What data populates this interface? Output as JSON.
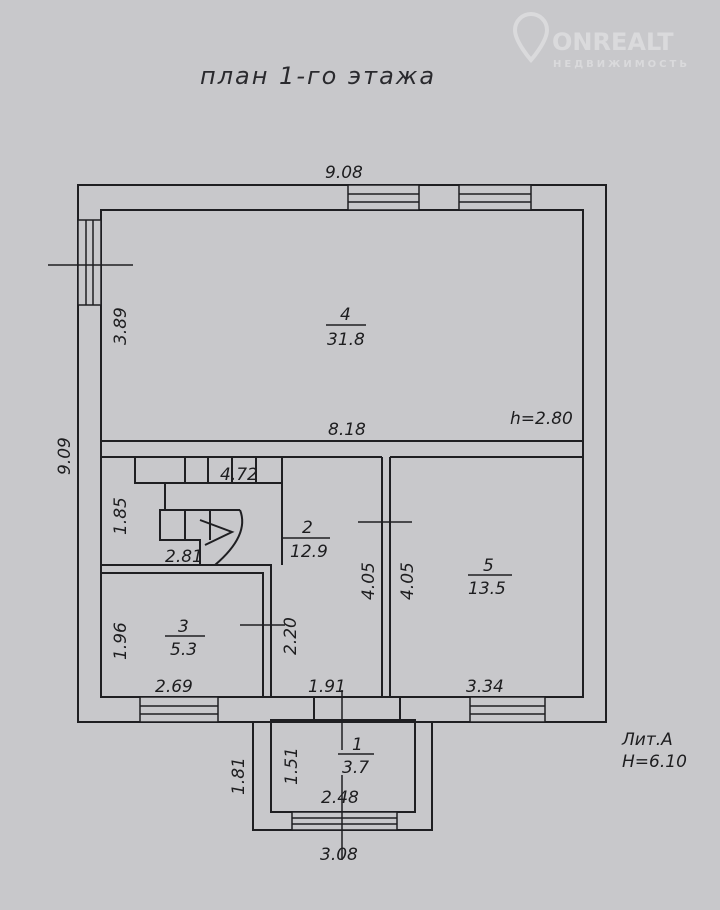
{
  "title": "план 1-го этажа",
  "watermark": {
    "brand": "ONREALT",
    "subtitle": "НЕДВИЖИМОСТЬ"
  },
  "dimensions": {
    "top_width": "9.08",
    "left_height": "9.09",
    "room4_height": "3.89",
    "inner_width": "8.18",
    "ceiling_height": "h=2.80",
    "stair_width": "4.72",
    "stair_depth": "1.85",
    "stair_run": "2.81",
    "room2_wall": "2.20",
    "room2_height": "4.05",
    "room5_height": "4.05",
    "room3_height": "1.96",
    "room3_width": "2.69",
    "room2_width": "1.91",
    "room5_width": "3.34",
    "porch_outer_height": "1.81",
    "porch_height": "1.51",
    "porch_width": "2.48",
    "porch_outer_width": "3.08"
  },
  "rooms": [
    {
      "number": "1",
      "area": "3.7"
    },
    {
      "number": "2",
      "area": "12.9"
    },
    {
      "number": "3",
      "area": "5.3"
    },
    {
      "number": "4",
      "area": "31.8"
    },
    {
      "number": "5",
      "area": "13.5"
    }
  ],
  "legend": {
    "lit": "Лит.А",
    "height": "H=6.10"
  }
}
